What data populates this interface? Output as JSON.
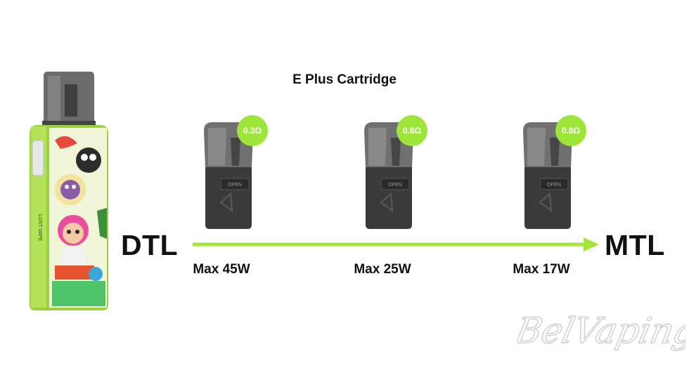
{
  "title": "E Plus Cartridge",
  "device": {
    "brand_text": "LOST VAPE",
    "body_color": "#9bd13a",
    "tank_color": "#5a5a5a"
  },
  "left_label": "DTL",
  "right_label": "MTL",
  "arrow_color": "#a4e43c",
  "pods": [
    {
      "resistance": "0.3Ω",
      "max_power": "Max 45W",
      "embossed_text": "OPEN"
    },
    {
      "resistance": "0.6Ω",
      "max_power": "Max 25W",
      "embossed_text": "OPEN"
    },
    {
      "resistance": "0.8Ω",
      "max_power": "Max 17W",
      "embossed_text": "OPEN"
    }
  ],
  "badge_color": "#9ee53a",
  "watermark": "BelVaping"
}
